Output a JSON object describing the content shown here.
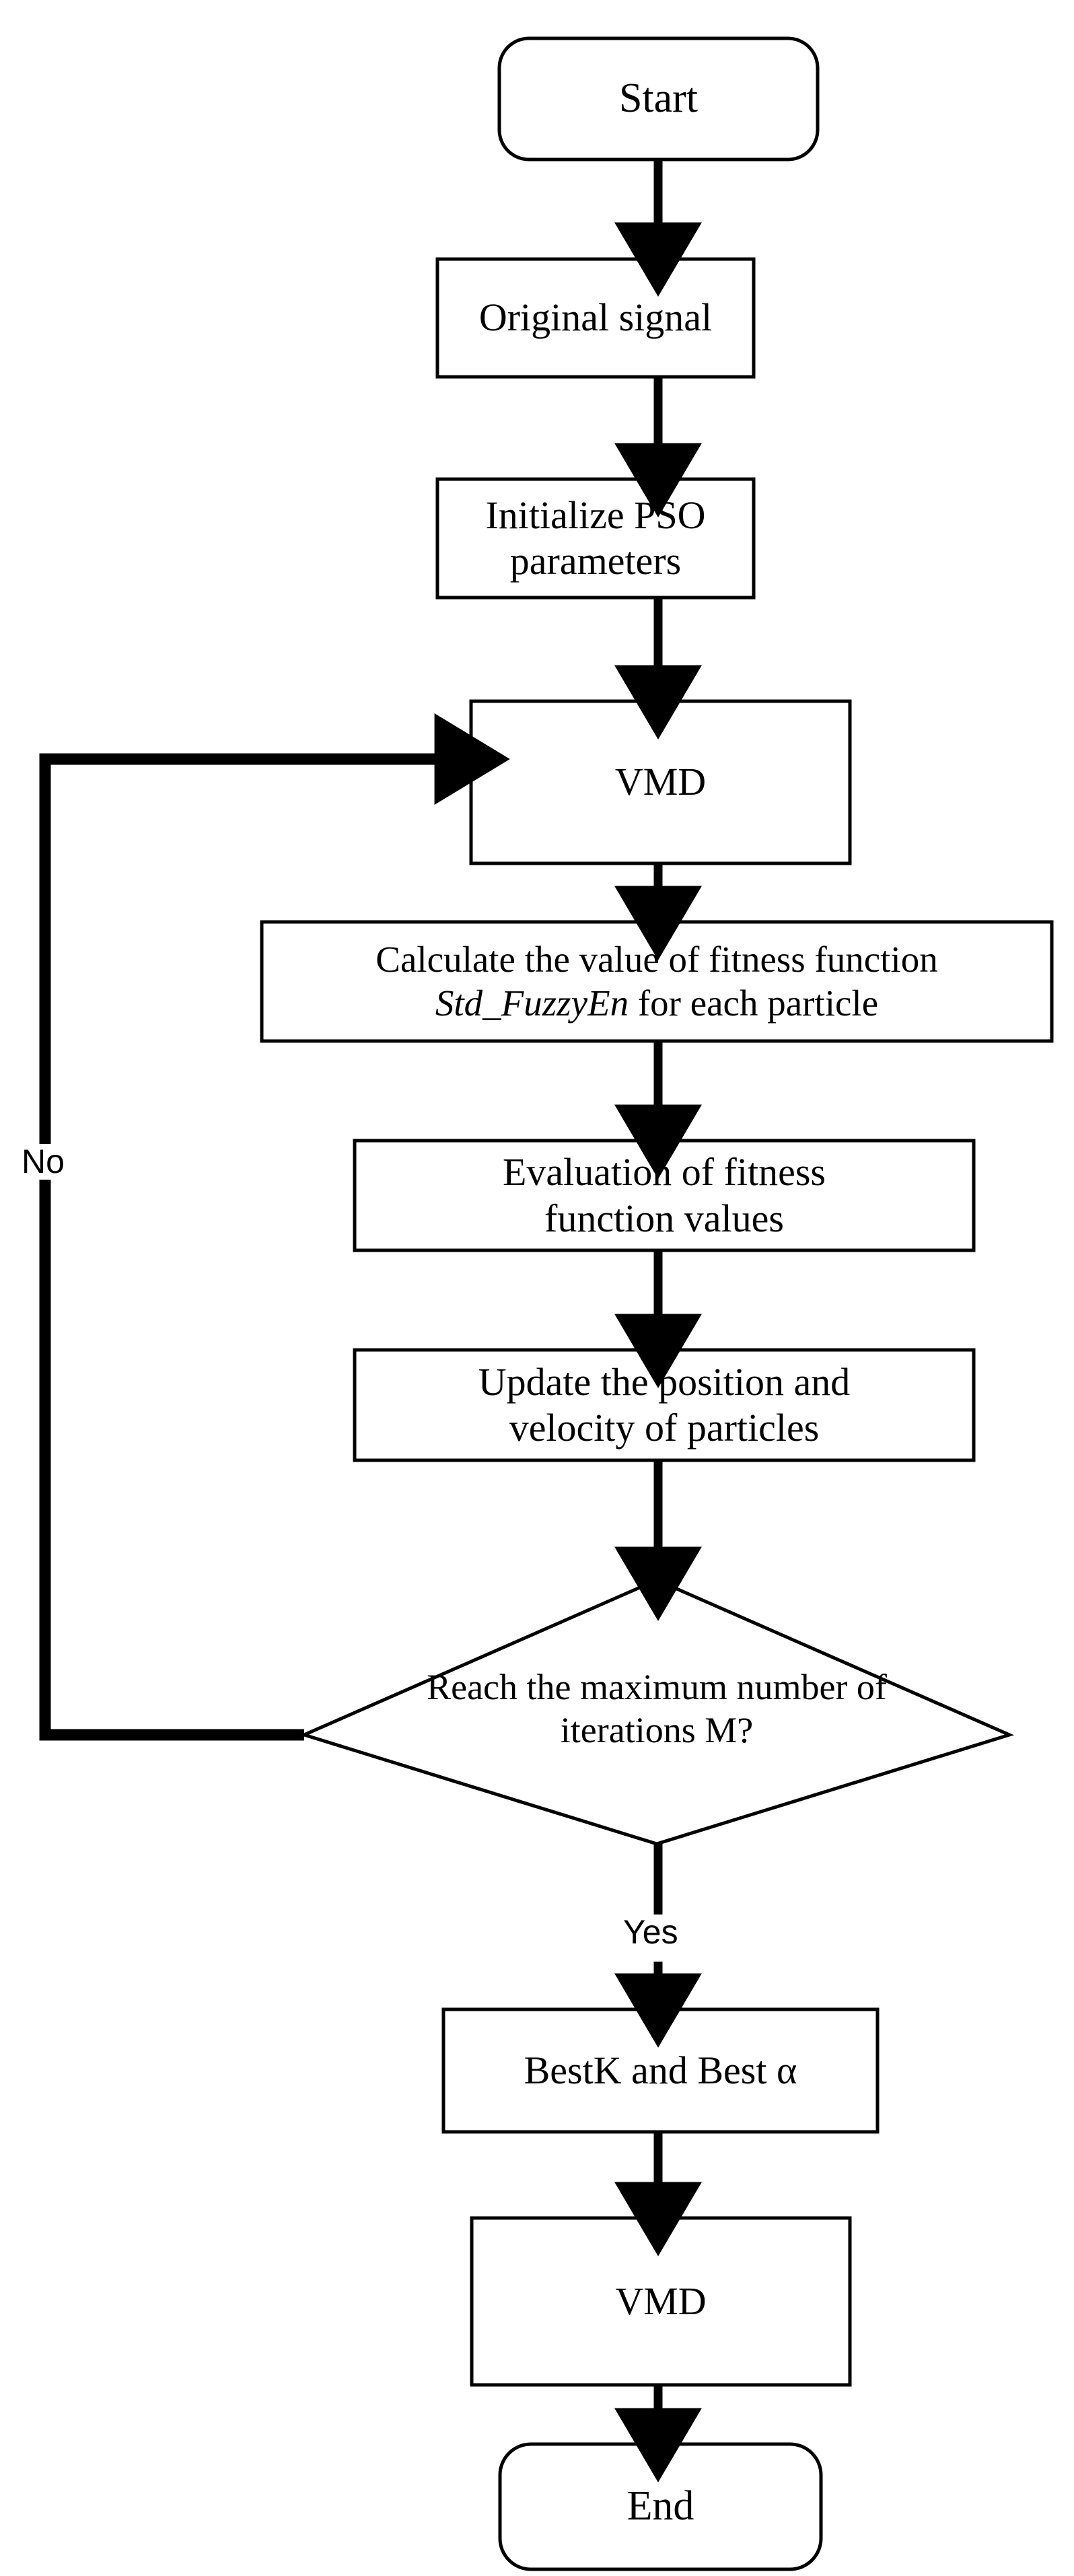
{
  "diagram": {
    "type": "flowchart",
    "title": "PSO optimized VMD flowchart",
    "orientation": "top-to-bottom",
    "background_color": "#ffffff",
    "line_color": "#000000",
    "text_color": "#000000"
  },
  "nodes": {
    "start": {
      "id": "start",
      "shape": "terminator",
      "label": "Start"
    },
    "original_signal": {
      "id": "original_signal",
      "shape": "process",
      "label": "Original signal"
    },
    "initialize_pso": {
      "id": "initialize_pso",
      "shape": "process",
      "label": "Initialize PSO\nparameters"
    },
    "vmd_loop": {
      "id": "vmd_loop",
      "shape": "process",
      "label": "VMD"
    },
    "calculate_fitness": {
      "id": "calculate_fitness",
      "shape": "process",
      "line1": "Calculate the value of fitness function",
      "line2_italic": "Std_FuzzyEn",
      "line2_rest": " for each particle"
    },
    "evaluation": {
      "id": "evaluation",
      "shape": "process",
      "label": "Evaluation of fitness\nfunction values"
    },
    "update_particles": {
      "id": "update_particles",
      "shape": "process",
      "label": "Update the position and\nvelocity of particles"
    },
    "decision": {
      "id": "decision",
      "shape": "decision",
      "line1": "Reach the maximum number of",
      "line2": "iterations M?"
    },
    "best_params": {
      "id": "best_params",
      "shape": "process",
      "label": "BestK and Best α"
    },
    "vmd_final": {
      "id": "vmd_final",
      "shape": "process",
      "label": "VMD"
    },
    "end": {
      "id": "end",
      "shape": "terminator",
      "label": "End"
    }
  },
  "edge_labels": {
    "no": "No",
    "yes": "Yes"
  },
  "edges": [
    {
      "from": "start",
      "to": "original_signal",
      "label": ""
    },
    {
      "from": "original_signal",
      "to": "initialize_pso",
      "label": ""
    },
    {
      "from": "initialize_pso",
      "to": "vmd_loop",
      "label": ""
    },
    {
      "from": "vmd_loop",
      "to": "calculate_fitness",
      "label": ""
    },
    {
      "from": "calculate_fitness",
      "to": "evaluation",
      "label": ""
    },
    {
      "from": "evaluation",
      "to": "update_particles",
      "label": ""
    },
    {
      "from": "update_particles",
      "to": "decision",
      "label": ""
    },
    {
      "from": "decision",
      "to": "vmd_loop",
      "label": "No"
    },
    {
      "from": "decision",
      "to": "best_params",
      "label": "Yes"
    },
    {
      "from": "best_params",
      "to": "vmd_final",
      "label": ""
    },
    {
      "from": "vmd_final",
      "to": "end",
      "label": ""
    }
  ]
}
